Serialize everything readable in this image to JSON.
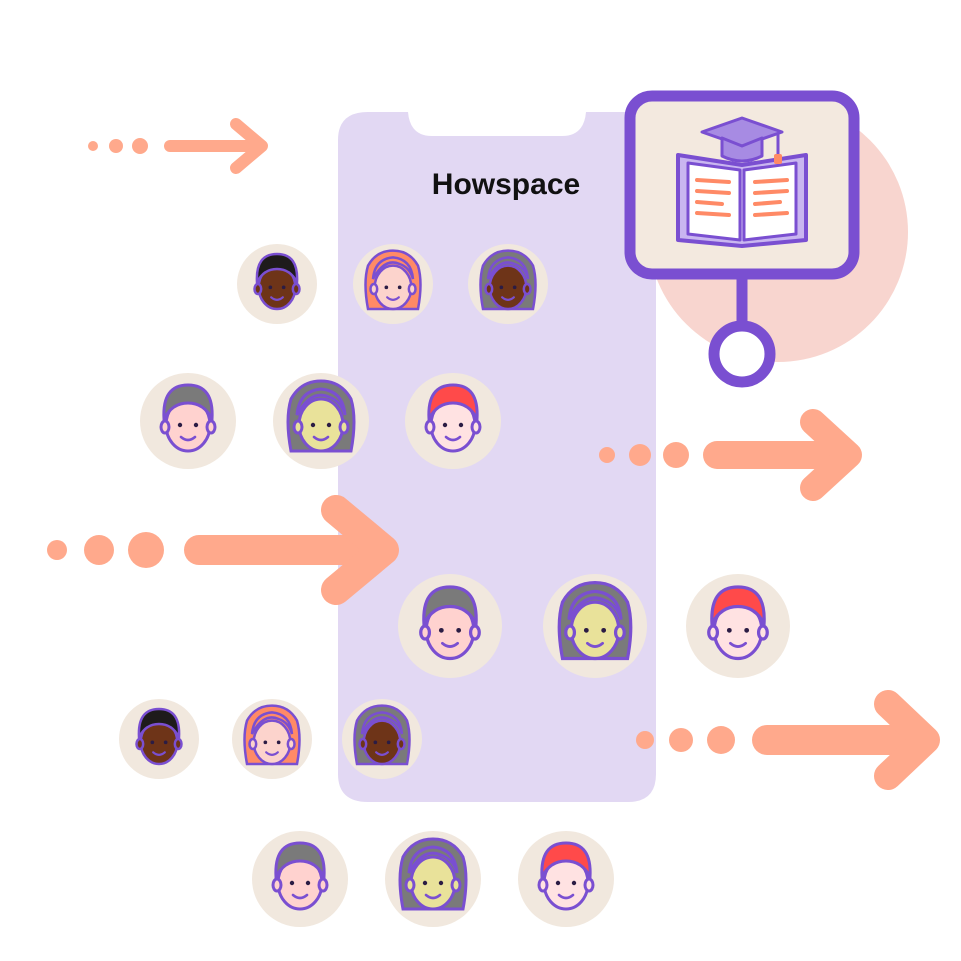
{
  "app": {
    "brand": "Howspace"
  },
  "colors": {
    "phone": "#E2D8F3",
    "accent": "#FFA98C",
    "purple": "#7A4FD1",
    "avatar_bg": "#F1E8DE",
    "book_bg": "#F8D5CF",
    "board_fill": "#F3E9DF"
  },
  "illustration": {
    "book_icon": "open-book-graduation-cap-icon",
    "arrows": [
      {
        "name": "arrow-top-left",
        "direction": "right"
      },
      {
        "name": "arrow-middle-left",
        "direction": "right"
      },
      {
        "name": "arrow-middle-right",
        "direction": "right"
      },
      {
        "name": "arrow-bottom-right",
        "direction": "right"
      }
    ],
    "avatars": [
      {
        "variant": "man-dark"
      },
      {
        "variant": "woman-orange"
      },
      {
        "variant": "woman-dark"
      },
      {
        "variant": "man-gray"
      },
      {
        "variant": "woman-gray"
      },
      {
        "variant": "man-redhead"
      },
      {
        "variant": "man-gray"
      },
      {
        "variant": "woman-gray"
      },
      {
        "variant": "man-redhead"
      },
      {
        "variant": "man-dark"
      },
      {
        "variant": "woman-orange"
      },
      {
        "variant": "woman-dark"
      },
      {
        "variant": "man-gray"
      },
      {
        "variant": "woman-gray"
      },
      {
        "variant": "man-redhead"
      }
    ]
  }
}
